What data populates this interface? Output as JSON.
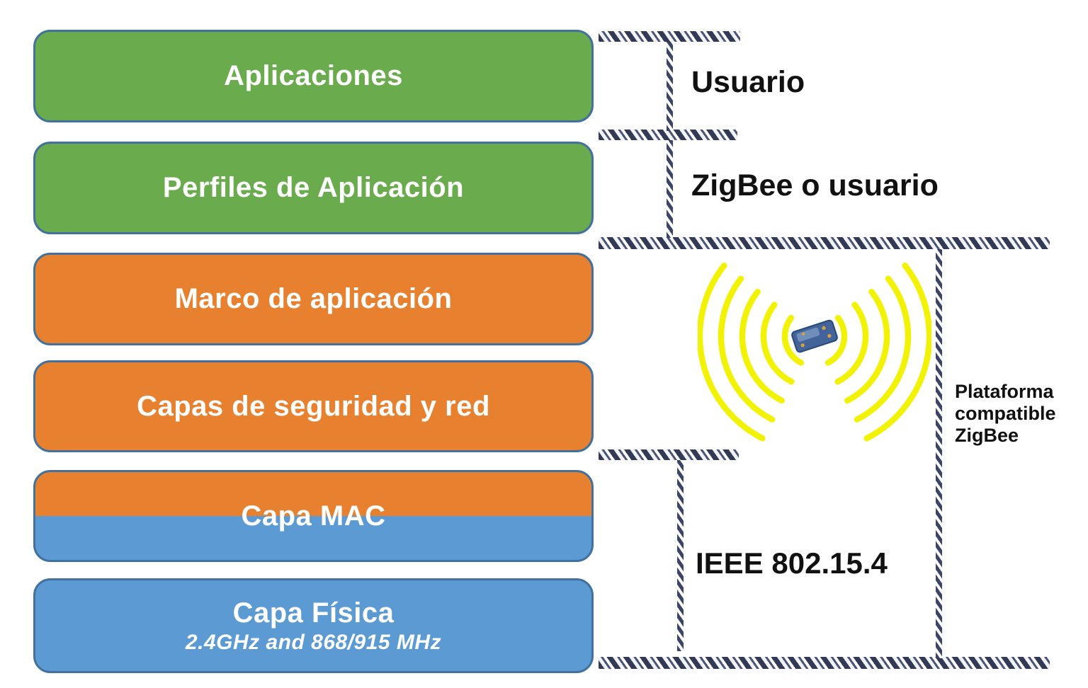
{
  "stack": {
    "layers": [
      {
        "label": "Aplicaciones",
        "color": "#6aab4d"
      },
      {
        "label": "Perfiles de Aplicación",
        "color": "#6aab4d"
      },
      {
        "label": "Marco de aplicación",
        "color": "#e8812f"
      },
      {
        "label": "Capas de seguridad y red",
        "color": "#e8812f"
      },
      {
        "label": "Capa MAC",
        "color_top": "#e8812f",
        "color_bottom": "#5b9ad2"
      },
      {
        "label": "Capa Física",
        "subtitle": "2.4GHz and 868/915 MHz",
        "color": "#5b9ad2"
      }
    ]
  },
  "annotations": {
    "usuario": "Usuario",
    "zigbee_o_usuario": "ZigBee o usuario",
    "ieee": "IEEE 802.15.4",
    "plataforma": {
      "line1": "Plataforma",
      "line2": "compatible",
      "line3": "ZigBee"
    }
  },
  "icons": {
    "wireless": "wireless-signal-icon",
    "chip": "chip-icon"
  },
  "colors": {
    "green": "#6aab4d",
    "orange": "#e8812f",
    "blue": "#5b9ad2",
    "box_border": "#41719c",
    "arc_yellow": "#f2f207",
    "hatch_dark": "#333a55",
    "box_text": "#ffffff",
    "label_text": "#111111"
  }
}
